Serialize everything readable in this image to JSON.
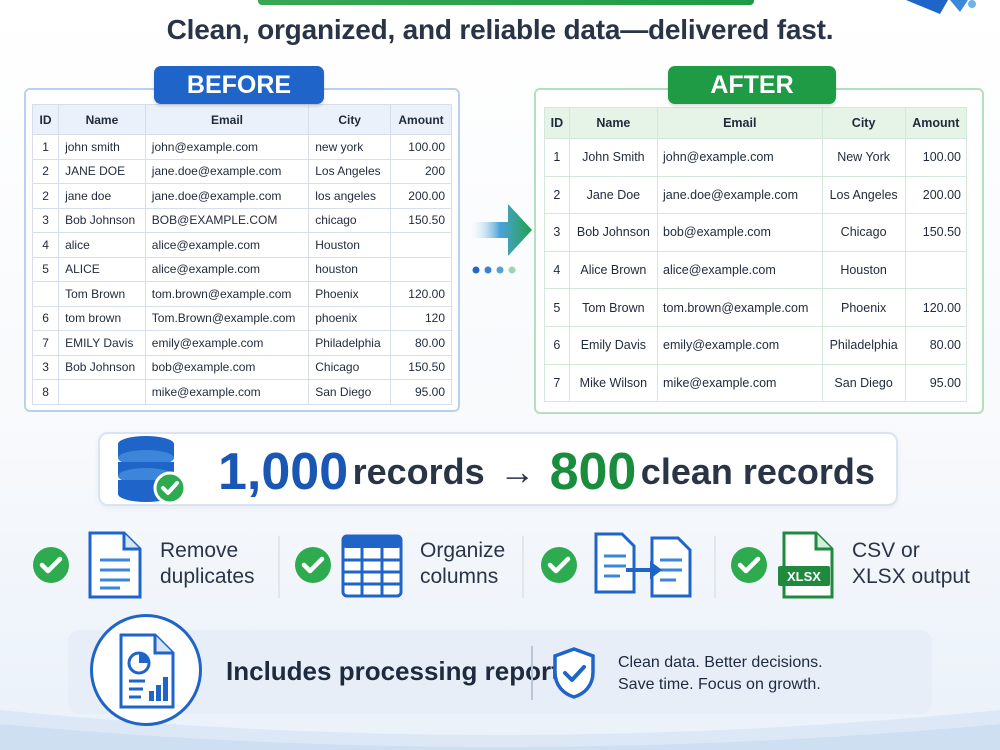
{
  "headline": "Clean, organized, and reliable data—delivered fast.",
  "before": {
    "badge": "BEFORE",
    "headers": [
      "ID",
      "Name",
      "Email",
      "City",
      "Amount"
    ],
    "rows": [
      [
        "1",
        "john smith",
        "john@example.com",
        "new york",
        "100.00"
      ],
      [
        "2",
        "JANE DOE",
        "jane.doe@example.com",
        "Los Angeles",
        "200"
      ],
      [
        "2",
        "jane doe",
        "jane.doe@example.com",
        "los angeles",
        "200.00"
      ],
      [
        "3",
        "Bob Johnson",
        "BOB@EXAMPLE.COM",
        "chicago",
        "150.50"
      ],
      [
        "4",
        "alice",
        "alice@example.com",
        "Houston",
        ""
      ],
      [
        "5",
        "ALICE",
        "alice@example.com",
        "houston",
        ""
      ],
      [
        "",
        "Tom Brown",
        "tom.brown@example.com",
        "Phoenix",
        "120.00"
      ],
      [
        "6",
        "tom brown",
        "Tom.Brown@example.com",
        "phoenix",
        "120"
      ],
      [
        "7",
        "EMILY Davis",
        "emily@example.com",
        "Philadelphia",
        "80.00"
      ],
      [
        "3",
        "Bob Johnson",
        "bob@example.com",
        "Chicago",
        "150.50"
      ],
      [
        "8",
        "",
        "mike@example.com",
        "San Diego",
        "95.00"
      ]
    ]
  },
  "after": {
    "badge": "AFTER",
    "headers": [
      "ID",
      "Name",
      "Email",
      "City",
      "Amount"
    ],
    "rows": [
      [
        "1",
        "John Smith",
        "john@example.com",
        "New York",
        "100.00"
      ],
      [
        "2",
        "Jane Doe",
        "jane.doe@example.com",
        "Los Angeles",
        "200.00"
      ],
      [
        "3",
        "Bob Johnson",
        "bob@example.com",
        "Chicago",
        "150.50"
      ],
      [
        "4",
        "Alice Brown",
        "alice@example.com",
        "Houston",
        ""
      ],
      [
        "5",
        "Tom Brown",
        "tom.brown@example.com",
        "Phoenix",
        "120.00"
      ],
      [
        "6",
        "Emily Davis",
        "emily@example.com",
        "Philadelphia",
        "80.00"
      ],
      [
        "7",
        "Mike Wilson",
        "mike@example.com",
        "San Diego",
        "95.00"
      ]
    ]
  },
  "records": {
    "before_count": "1,000",
    "before_label": "records",
    "arrow": "→",
    "after_count": "800",
    "after_label": "clean records"
  },
  "features": [
    {
      "line1": "Remove",
      "line2": "duplicates",
      "icon": "document-icon"
    },
    {
      "line1": "Organize",
      "line2": "columns",
      "icon": "spreadsheet-grid-icon"
    },
    {
      "line1": "",
      "line2": "",
      "icon": "transfer-documents-icon"
    },
    {
      "line1": "CSV or",
      "line2": "XLSX output",
      "icon": "xlsx-file-icon"
    }
  ],
  "xlsx_label": "XLSX",
  "report": {
    "title": "Includes processing report",
    "sub1": "Clean data. Better decisions.",
    "sub2": "Save time. Focus on growth."
  },
  "colors": {
    "before_accent": "#1f64c8",
    "after_accent": "#1f9a45",
    "check_green": "#2eaa4f"
  }
}
